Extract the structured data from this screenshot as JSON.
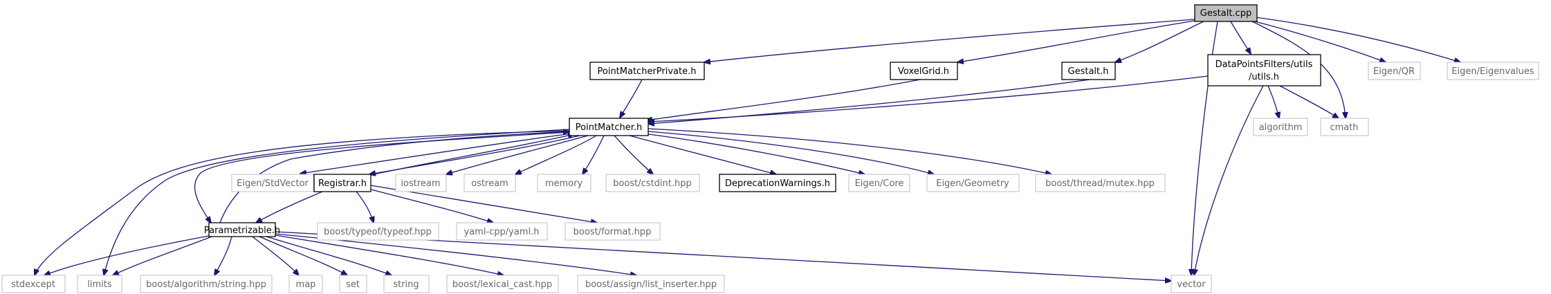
{
  "title": "Gestalt.cpp",
  "nodes": {
    "gestalt_cpp": "Gestalt.cpp",
    "pointmatcher_private": "PointMatcherPrivate.h",
    "voxelgrid": "VoxelGrid.h",
    "gestalt_h": "Gestalt.h",
    "utils_h_line1": "DataPointsFilters/utils",
    "utils_h_line2": "/utils.h",
    "eigen_qr": "Eigen/QR",
    "eigen_eigenvalues": "Eigen/Eigenvalues",
    "pointmatcher_h": "PointMatcher.h",
    "algorithm": "algorithm",
    "cmath": "cmath",
    "eigen_stdvector": "Eigen/StdVector",
    "registrar_h": "Registrar.h",
    "iostream": "iostream",
    "ostream": "ostream",
    "memory": "memory",
    "boost_cstdint": "boost/cstdint.hpp",
    "deprecation_warnings": "DeprecationWarnings.h",
    "eigen_core": "Eigen/Core",
    "eigen_geometry": "Eigen/Geometry",
    "boost_thread_mutex": "boost/thread/mutex.hpp",
    "boost_typeof": "boost/typeof/typeof.hpp",
    "yaml_cpp": "yaml-cpp/yaml.h",
    "boost_format": "boost/format.hpp",
    "parametrizable_h": "Parametrizable.h",
    "stdexcept": "stdexcept",
    "limits": "limits",
    "boost_algorithm_string": "boost/algorithm/string.hpp",
    "map": "map",
    "set": "set",
    "string": "string",
    "boost_lexical_cast": "boost/lexical_cast.hpp",
    "boost_assign_list_inserter": "boost/assign/list_inserter.hpp",
    "vector": "vector"
  },
  "colors": {
    "edge": "#191970",
    "root_fill": "#bfbfbf",
    "external_border": "#bfbfbf",
    "external_text": "#666666"
  }
}
